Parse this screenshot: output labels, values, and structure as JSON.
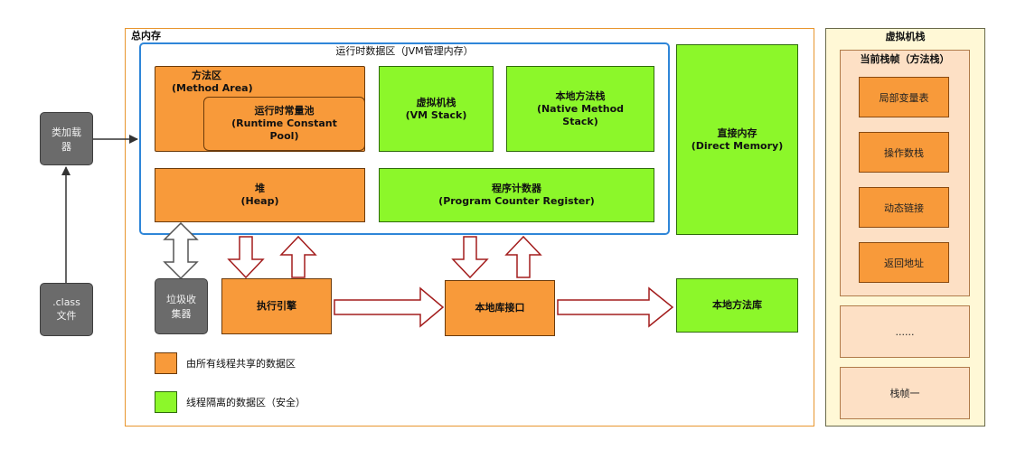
{
  "total_memory": {
    "label": "总内存"
  },
  "runtime_area": {
    "label": "运行时数据区（JVM管理内存）"
  },
  "method_area": {
    "line1": "方法区",
    "line2": "(Method Area)"
  },
  "constant_pool": {
    "line1": "运行时常量池",
    "line2": "(Runtime Constant",
    "line3": "Pool)"
  },
  "vm_stack": {
    "line1": "虚拟机栈",
    "line2": "(VM Stack)"
  },
  "native_stack": {
    "line1": "本地方法栈",
    "line2": "(Native Method",
    "line3": "Stack)"
  },
  "heap": {
    "line1": "堆",
    "line2": "(Heap)"
  },
  "pc_register": {
    "line1": "程序计数器",
    "line2": "(Program Counter Register)"
  },
  "direct_memory": {
    "line1": "直接内存",
    "line2": "(Direct Memory)"
  },
  "class_loader": {
    "line1": "类加载",
    "line2": "器"
  },
  "class_file": {
    "line1": ".class",
    "line2": "文件"
  },
  "gc": {
    "line1": "垃圾收",
    "line2": "集器"
  },
  "exec_engine": {
    "label": "执行引擎"
  },
  "native_interface": {
    "label": "本地库接口"
  },
  "native_library": {
    "label": "本地方法库"
  },
  "legend": {
    "shared": "由所有线程共享的数据区",
    "isolated": "线程隔离的数据区（安全）",
    "shared_color": "#f89a3a",
    "isolated_color": "#8cf72a"
  },
  "vm_stack_panel": {
    "title": "虚拟机栈",
    "current_frame": "当前栈帧（方法栈）",
    "items": [
      "局部变量表",
      "操作数栈",
      "动态链接",
      "返回地址"
    ],
    "ellipsis": "......",
    "frame_one": "栈帧一"
  },
  "colors": {
    "outer_border": "#e8962e",
    "runtime_border": "#2f86d8",
    "arrow_red": "#a31d1d",
    "panel_bg": "#fff8d6"
  }
}
